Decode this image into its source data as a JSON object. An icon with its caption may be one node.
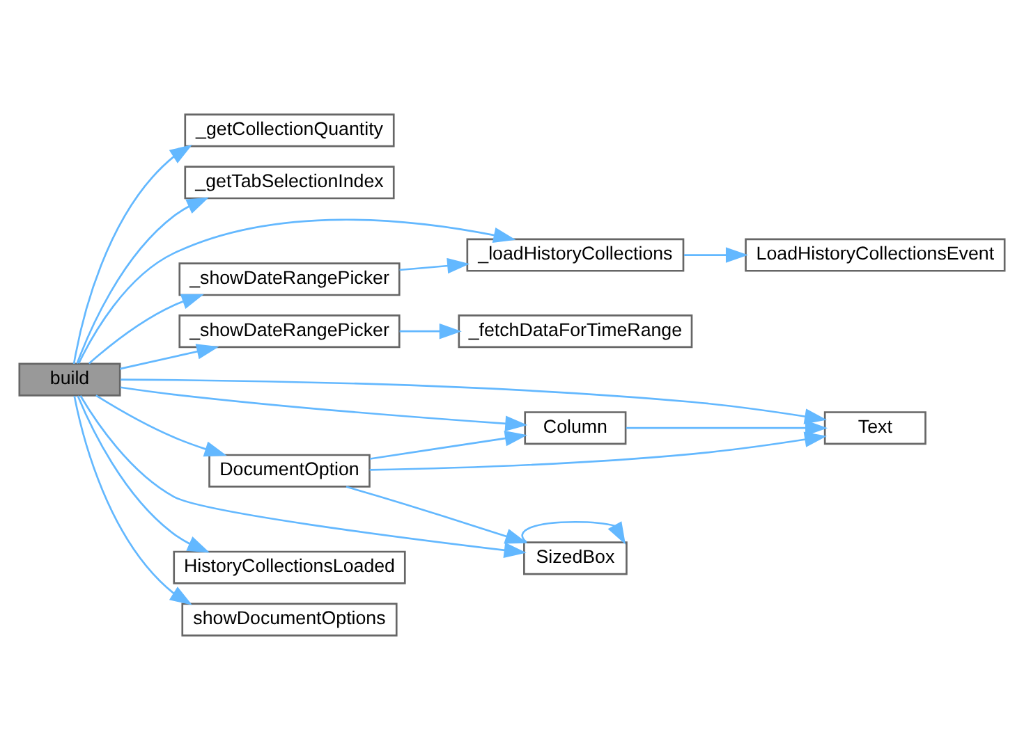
{
  "diagram": {
    "nodes": [
      {
        "text": [
          "build"
        ]
      },
      {
        "text": [
          "_getCollectionQuantity"
        ]
      },
      {
        "text": [
          "_getTabSelectionIndex"
        ]
      },
      {
        "text": [
          "_showDateRangePicker"
        ]
      },
      {
        "text": [
          "_loadHistoryCollections"
        ]
      },
      {
        "text": [
          "LoadHistoryCollectionsEvent"
        ]
      },
      {
        "text": [
          "_showDateRangePicker"
        ]
      },
      {
        "text": [
          "_fetchDataForTimeRange"
        ]
      },
      {
        "text": [
          "Column"
        ]
      },
      {
        "text": [
          "Text"
        ]
      },
      {
        "text": [
          "DocumentOption"
        ]
      },
      {
        "text": [
          "SizedBox"
        ]
      },
      {
        "text": [
          "HistoryCollectionsLoaded"
        ]
      },
      {
        "text": [
          "showDocumentOptions"
        ]
      }
    ],
    "edges": [
      {
        "from": 0,
        "to": 1,
        "arrow": "to"
      },
      {
        "from": 0,
        "to": 2,
        "arrow": "to"
      },
      {
        "from": 0,
        "to": 3,
        "arrow": "to"
      },
      {
        "from": 3,
        "to": 4,
        "arrow": "to"
      },
      {
        "from": 4,
        "to": 5,
        "arrow": "to"
      },
      {
        "from": 0,
        "to": 4,
        "arrow": "to"
      },
      {
        "from": 0,
        "to": 6,
        "arrow": "to"
      },
      {
        "from": 6,
        "to": 7,
        "arrow": "to"
      },
      {
        "from": 0,
        "to": 9,
        "arrow": "to"
      },
      {
        "from": 0,
        "to": 8,
        "arrow": "to"
      },
      {
        "from": 8,
        "to": 9,
        "arrow": "to"
      },
      {
        "from": 0,
        "to": 10,
        "arrow": "to"
      },
      {
        "from": 10,
        "to": 8,
        "arrow": "to"
      },
      {
        "from": 10,
        "to": 9,
        "arrow": "to"
      },
      {
        "from": 10,
        "to": 11,
        "arrow": "to"
      },
      {
        "from": 11,
        "to": 11,
        "arrow": "to"
      },
      {
        "from": 0,
        "to": 11,
        "arrow": "to"
      },
      {
        "from": 0,
        "to": 12,
        "arrow": "to"
      },
      {
        "from": 0,
        "to": 13,
        "arrow": "to"
      }
    ]
  }
}
